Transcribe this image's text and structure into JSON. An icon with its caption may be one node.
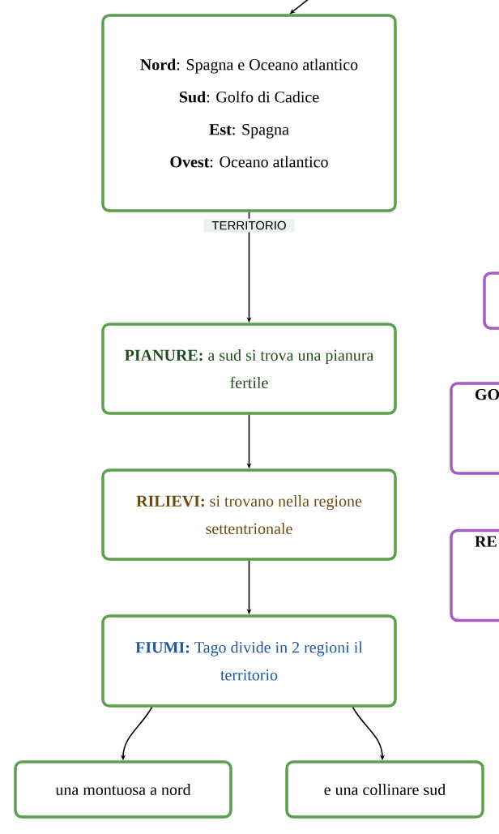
{
  "diagram": {
    "nodes": [
      {
        "text": [
          "**Nord**: Spagna e Oceano atlantico",
          "**Sud**: Golfo di Cadice",
          "**Est**: Spagna",
          "**Ovest**: Oceano atlantico"
        ]
      },
      {
        "text": [
          "**PIANURE:** a sud si trova una pianura fertile"
        ]
      },
      {
        "text": [
          "**RILIEVI:** si trovano nella regione settentrionale"
        ]
      },
      {
        "text": [
          "**FIUMI:** Tago divide in 2 regioni il territorio"
        ]
      },
      {
        "text": [
          "una montuosa a nord"
        ]
      },
      {
        "text": [
          "e una collinare sud"
        ]
      },
      {
        "text": [],
        "shape": "box"
      },
      {
        "text": [
          "GO"
        ]
      },
      {
        "text": [
          "RE"
        ]
      }
    ],
    "edges": [
      {
        "from": null,
        "to": 0,
        "arrow": "to"
      },
      {
        "from": 0,
        "to": 1,
        "arrow": "to",
        "label": "TERRITORIO"
      },
      {
        "from": 1,
        "to": 2,
        "arrow": "to"
      },
      {
        "from": 2,
        "to": 3,
        "arrow": "to"
      },
      {
        "from": 3,
        "to": 4,
        "arrow": "to"
      },
      {
        "from": 3,
        "to": 5,
        "arrow": "to"
      }
    ]
  }
}
